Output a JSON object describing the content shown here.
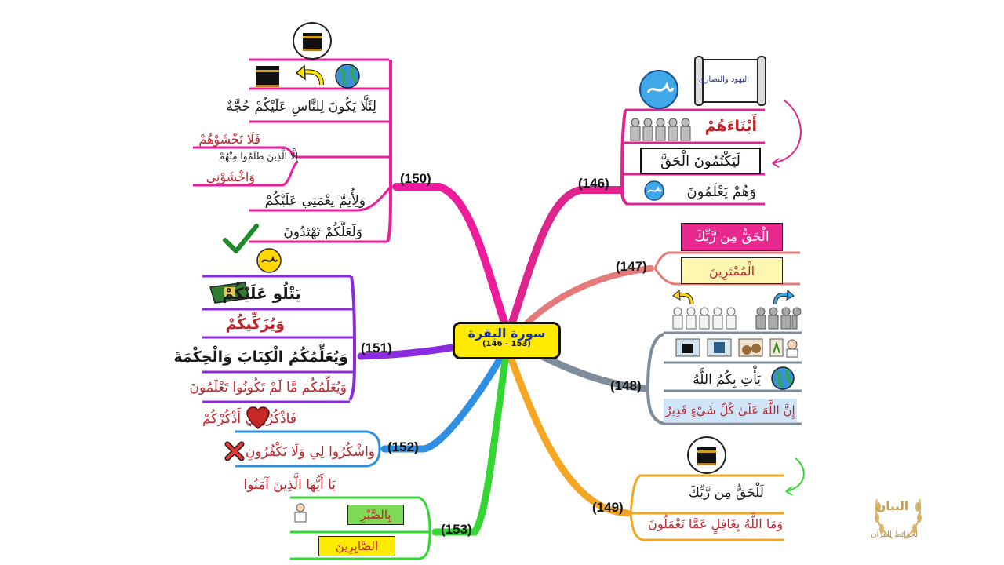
{
  "center": {
    "title": "سورة البقرة",
    "subtitle": "(146 - 153)"
  },
  "branches": {
    "b146": {
      "number": "(146)",
      "scroll_label": "اليهود والنصارى",
      "lines": [
        "أَبْنَاءَهُمْ",
        "لَيَكْتُمُونَ الْحَقَّ",
        "وَهُمْ يَعْلَمُونَ"
      ]
    },
    "b147": {
      "number": "(147)",
      "lines": [
        "الْحَقُّ مِن رَّبِّكَ",
        "الْمُمْتَرِينَ"
      ]
    },
    "b148": {
      "number": "(148)",
      "lines": [
        "يَأْتِ بِكُمُ اللَّهُ",
        "إِنَّ اللَّهَ عَلَىٰ كُلِّ شَيْءٍ قَدِيرٌ"
      ]
    },
    "b149": {
      "number": "(149)",
      "lines": [
        "لَلْحَقُّ مِن رَّبِّكَ",
        "وَمَا اللَّهُ بِغَافِلٍ عَمَّا تَعْمَلُونَ"
      ]
    },
    "b150": {
      "number": "(150)",
      "lines": [
        "لِئَلَّا يَكُونَ لِلنَّاسِ عَلَيْكُمْ حُجَّةٌ",
        "إِلَّا الَّذِينَ ظَلَمُوا مِنْهُمْ",
        "فَلَا تَخْشَوْهُمْ",
        "وَاخْشَوْنِي",
        "وَلِأُتِمَّ نِعْمَتِي عَلَيْكُمْ",
        "وَلَعَلَّكُمْ تَهْتَدُونَ"
      ]
    },
    "b151": {
      "number": "(151)",
      "lines": [
        "يَتْلُو عَلَيْكُمْ",
        "وَيُزَكِّيكُمْ",
        "وَيُعَلِّمُكُمُ الْكِتَابَ وَالْحِكْمَةَ",
        "وَيُعَلِّمُكُم مَّا لَمْ تَكُونُوا تَعْلَمُونَ"
      ]
    },
    "b152": {
      "number": "(152)",
      "lines": [
        "فَاذْكُرُونِي أَذْكُرْكُمْ",
        "وَاشْكُرُوا لِي وَلَا تَكْفُرُونِ"
      ]
    },
    "b153": {
      "number": "(153)",
      "lines": [
        "يَا أَيُّهَا الَّذِينَ آمَنُوا",
        "بِالصَّبْرِ",
        "الصَّابِرِينَ"
      ]
    }
  },
  "logo": {
    "line1": "البيان",
    "line2": "لخرائط القرآن"
  },
  "colors": {
    "b146": "#e0248e",
    "b147": "#e57a7a",
    "b148": "#7f8c9a",
    "b149": "#f5a623",
    "b150": "#ee1c9c",
    "b151": "#8a2be2",
    "b152": "#2f8fe0",
    "b153": "#33d633",
    "ink_red": "#c0242a",
    "center_fill": "#ffeb00"
  }
}
